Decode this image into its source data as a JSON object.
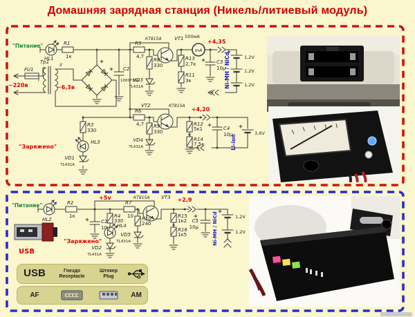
{
  "page": {
    "title": "Домашняя зарядная станция (Никель/литиевый модуль)"
  },
  "colors": {
    "background": "#FAF6CD",
    "title": "#CC0000",
    "box1_border": "#CC1414",
    "box2_border": "#2A2ACC",
    "voltage": "#D90000",
    "power_label": "#1E8A3C",
    "battery_label": "#1A1AC8",
    "ink": "#3B3B3B",
    "legend_bg": "#D7D391"
  },
  "schematic1": {
    "power_label": "\"Питание\"",
    "charged_label": "\"Заряжено\"",
    "mains_voltage": "~220в",
    "secondary_voltage": "~6,3в",
    "current_limit": "500мА",
    "meter_unit": "mA",
    "output1_voltage": "+4,35",
    "output2_voltage": "+4,20",
    "battery1_type": "Ni-MH / NiCd",
    "battery1_cells": [
      "1,2V",
      "1,2V",
      "1,2V"
    ],
    "battery2_type": "Li-ion",
    "battery2_voltage": "3,6V",
    "transformer": {
      "ref": "Тр1",
      "primary": "I",
      "secondary": "II"
    },
    "fuse": {
      "ref": "FU1"
    },
    "components": {
      "hl1": {
        "ref": "HL1"
      },
      "hl3": {
        "ref": "HL3"
      },
      "r1": {
        "ref": "R1",
        "value": "1к"
      },
      "r3": {
        "ref": "R3",
        "value": "330"
      },
      "r5": {
        "ref": "R5",
        "value": "4,7"
      },
      "r6": {
        "ref": "R6",
        "value": "4,7"
      },
      "r8": {
        "ref": "R8",
        "value": "330"
      },
      "r9": {
        "ref": "R9",
        "value": "330"
      },
      "r11": {
        "ref": "R11",
        "value": "3к"
      },
      "r12": {
        "ref": "R12",
        "value": "5к1"
      },
      "r13": {
        "ref": "R13",
        "value": "2,7к"
      },
      "r14": {
        "ref": "R14",
        "value": "7,5к"
      },
      "c2": {
        "ref": "C2",
        "value": "1000*16μ"
      },
      "c3": {
        "ref": "C3",
        "value": "10μ"
      },
      "c4": {
        "ref": "C4",
        "value": "10μ"
      },
      "vt1": {
        "ref": "VT1",
        "type": "КТ815А"
      },
      "vt2": {
        "ref": "VT2",
        "type": "КТ815А"
      },
      "vd1": {
        "ref": "VD1",
        "type": "TL431A"
      },
      "vd3": {
        "ref": "VD3",
        "type": "TL431A"
      },
      "vd4": {
        "ref": "VD4",
        "type": "TL431A"
      }
    }
  },
  "schematic2": {
    "power_label": "\"Питание\"",
    "charged_label": "\"Заряжено\"",
    "usb_label": "USB",
    "input_voltage": "+5v",
    "output_voltage": "+2,9",
    "battery_type": "Ni-MH / NiCd",
    "battery_cells": [
      "1,2V",
      "1,2V"
    ],
    "components": {
      "hl2": {
        "ref": "HL2"
      },
      "hl4": {
        "ref": "HL4"
      },
      "r2": {
        "ref": "R2",
        "value": "1к"
      },
      "r4": {
        "ref": "R4",
        "value": "330"
      },
      "r7": {
        "ref": "R7",
        "value": "10"
      },
      "r10": {
        "ref": "R10",
        "value": "240"
      },
      "r15": {
        "ref": "R15",
        "value": "1к2"
      },
      "r16": {
        "ref": "R16",
        "value": "1к5"
      },
      "c1": {
        "ref": "C1",
        "value": "10μ"
      },
      "c5": {
        "ref": "C5",
        "value": "10μ"
      },
      "vt3": {
        "ref": "VT3",
        "type": "КТ815А"
      },
      "vd2": {
        "ref": "VD2",
        "type": "TL431A"
      },
      "vd5": {
        "ref": "VD5",
        "type": "TL431A"
      }
    }
  },
  "usb_legend": {
    "title": "USB",
    "receptacle_ru": "Гнездо",
    "receptacle_en": "Receptacle",
    "plug_ru": "Штекер",
    "plug_en": "Plug",
    "female": "AF",
    "male": "AM"
  }
}
